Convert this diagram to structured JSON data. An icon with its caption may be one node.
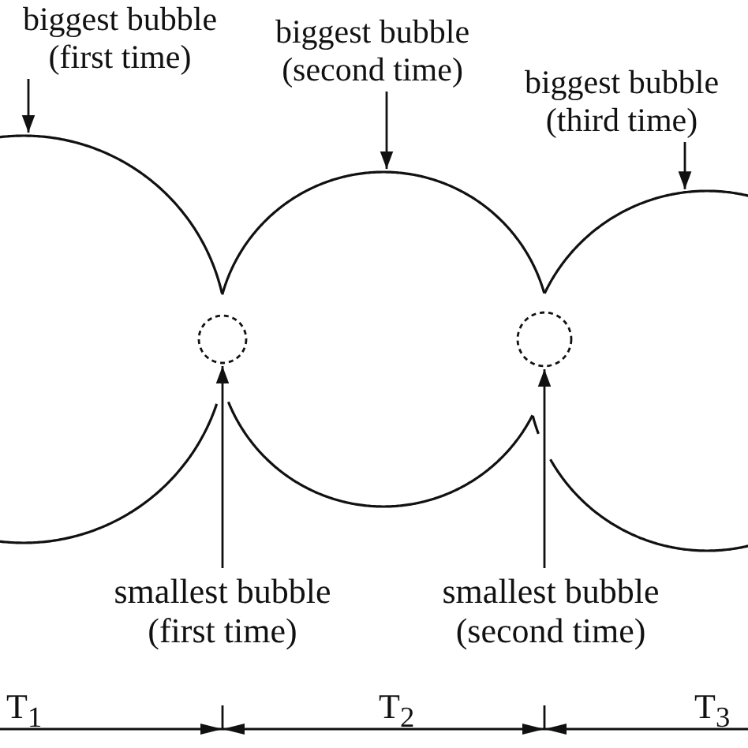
{
  "diagram": {
    "nodes": [
      {
        "text": [
          "biggest bubble (first time)"
        ]
      },
      {
        "text": [
          "biggest bubble (second time)"
        ]
      },
      {
        "text": [
          "biggest bubble (third time)"
        ]
      },
      {
        "text": [],
        "shape": "circle"
      },
      {
        "text": [],
        "shape": "circle"
      },
      {
        "text": [],
        "shape": "circle"
      },
      {
        "text": [
          "smallest bubble (first time)"
        ]
      },
      {
        "text": [
          "smallest bubble (second time)"
        ]
      },
      {
        "text": [],
        "shape": "circle"
      },
      {
        "text": [],
        "shape": "circle"
      }
    ],
    "edges": [
      {
        "from": 0,
        "to": 3,
        "arrow": "to"
      },
      {
        "from": 1,
        "to": 4,
        "arrow": "to"
      },
      {
        "from": 2,
        "to": 5,
        "arrow": "to"
      },
      {
        "from": 6,
        "to": 8,
        "arrow": "to"
      },
      {
        "from": 7,
        "to": 9,
        "arrow": "to"
      }
    ],
    "labels": [
      "T$_{1}$",
      "T$_{2}$",
      "T$_{3}$"
    ]
  }
}
